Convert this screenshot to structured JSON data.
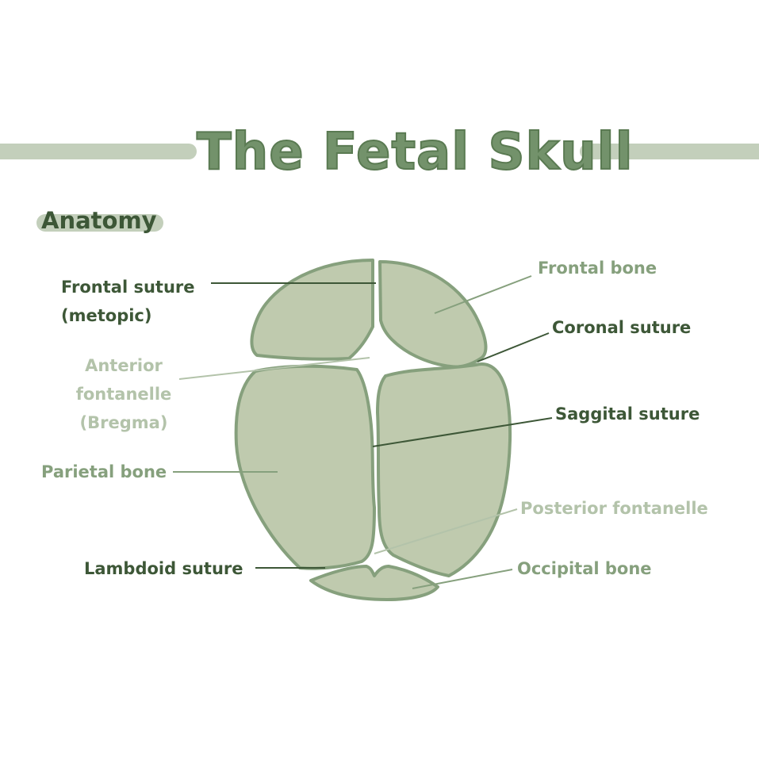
{
  "title": "The Fetal Skull",
  "subtitle": "Anatomy",
  "colors": {
    "bone_fill": "#bfcaae",
    "bone_stroke": "#86a07d",
    "accent_bar": "#c3cfbb",
    "label_dark": "#3d5737",
    "label_mid": "#86a07d",
    "label_light": "#b3c3aa"
  },
  "labels": {
    "frontal_suture_line1": "Frontal suture",
    "frontal_suture_line2": "(metopic)",
    "anterior_fontanelle_line1": "Anterior",
    "anterior_fontanelle_line2": "fontanelle",
    "anterior_fontanelle_line3": "(Bregma)",
    "parietal_bone": "Parietal bone",
    "lambdoid_suture": "Lambdoid suture",
    "frontal_bone": "Frontal bone",
    "coronal_suture": "Coronal suture",
    "saggital_suture": "Saggital suture",
    "posterior_fontanelle": "Posterior fontanelle",
    "occipital_bone": "Occipital bone"
  }
}
